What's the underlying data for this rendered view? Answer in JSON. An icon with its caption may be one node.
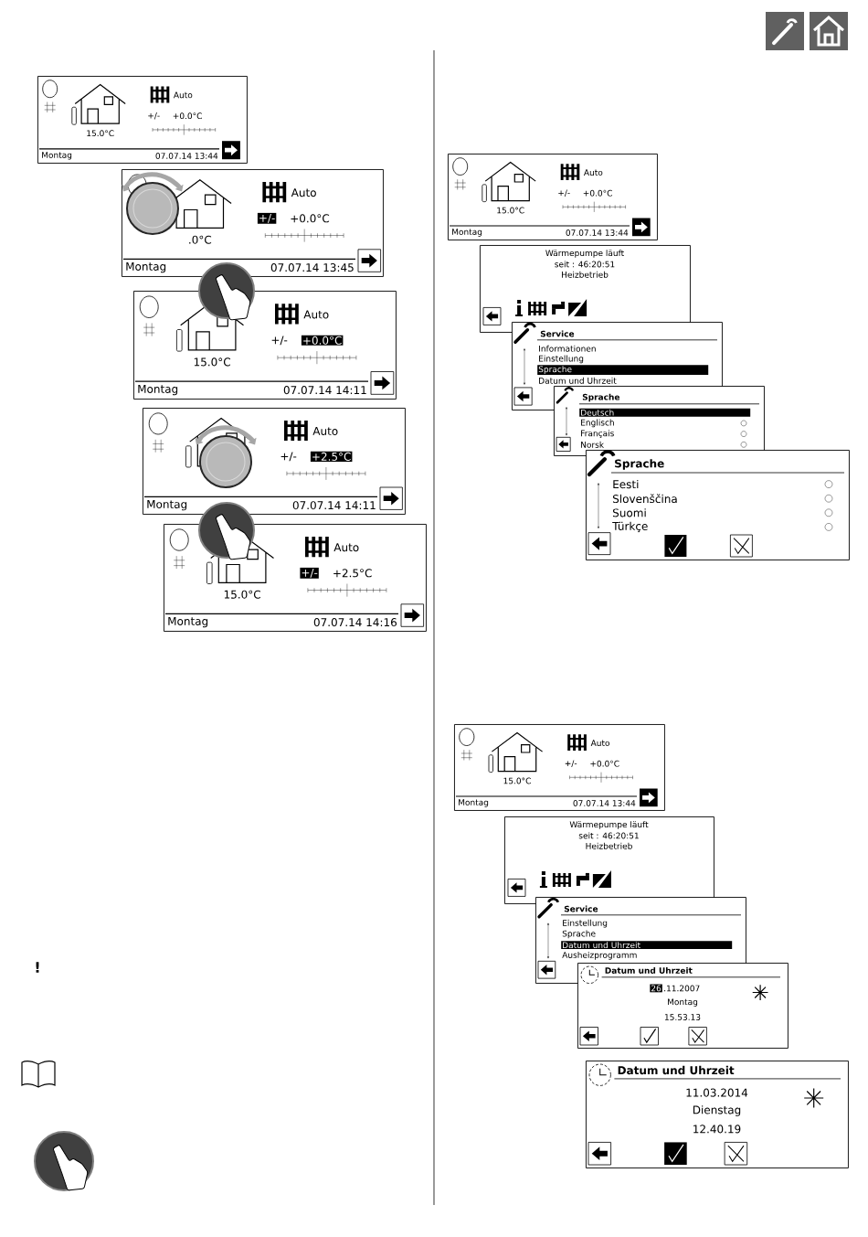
{
  "diagram": {
    "nodes": [
      {
        "text": [
          "Auto",
          "+/-",
          "+0.0°C",
          "15.0°C",
          "Montag",
          "07.07.14 13:44"
        ]
      },
      {
        "text": [
          "Auto",
          "+/-",
          "+0.0°C",
          ".0°C",
          "Montag",
          "07.07.14 13:45"
        ]
      },
      {
        "text": [
          "Auto",
          "+/-",
          "+0.0°C",
          "15.0°C",
          "Montag",
          "07.07.14 14:11"
        ]
      },
      {
        "text": [
          "Auto",
          "+/-",
          "+2.5°C",
          "Montag",
          "07.07.14 14:11"
        ]
      },
      {
        "text": [
          "Auto",
          "+/-",
          "+2.5°C",
          "15.0°C",
          "Montag",
          "07.07.14 14:16"
        ]
      },
      {
        "text": [
          "Auto",
          "+/-",
          "+0.0°C",
          "15.0°C",
          "Montag",
          "07.07.14 13:44"
        ]
      },
      {
        "text": [
          "Wärmepumpe läuft",
          "seit  :  46:20:51",
          "Heizbetrieb"
        ]
      },
      {
        "text": [
          "Service",
          "Informationen",
          "Einstellung",
          "Sprache",
          "Datum und Uhrzeit"
        ]
      },
      {
        "text": [
          "Sprache",
          "Deutsch",
          "Englisch",
          "Français",
          "Norsk"
        ]
      },
      {
        "text": [
          "Sprache",
          "Eesti",
          "Slovenščina",
          "Suomi",
          "Türkçe"
        ]
      },
      {
        "text": [
          "Auto",
          "+/-",
          "+0.0°C",
          "15.0°C",
          "Montag",
          "07.07.14 13:44"
        ]
      },
      {
        "text": [
          "Wärmepumpe läuft",
          "seit  :  46:20:51",
          "Heizbetrieb"
        ]
      },
      {
        "text": [
          "Service",
          "Einstellung",
          "Sprache",
          "Datum und Uhrzeit",
          "Ausheizprogramm"
        ]
      },
      {
        "text": [
          "Datum und Uhrzeit",
          "26",
          ".11.2007",
          "Montag",
          "15.53.13"
        ]
      },
      {
        "text": [
          "Datum und Uhrzeit",
          "11.03.2014",
          "Dienstag",
          "12.40.19"
        ]
      }
    ],
    "labels": [
      "!"
    ]
  }
}
